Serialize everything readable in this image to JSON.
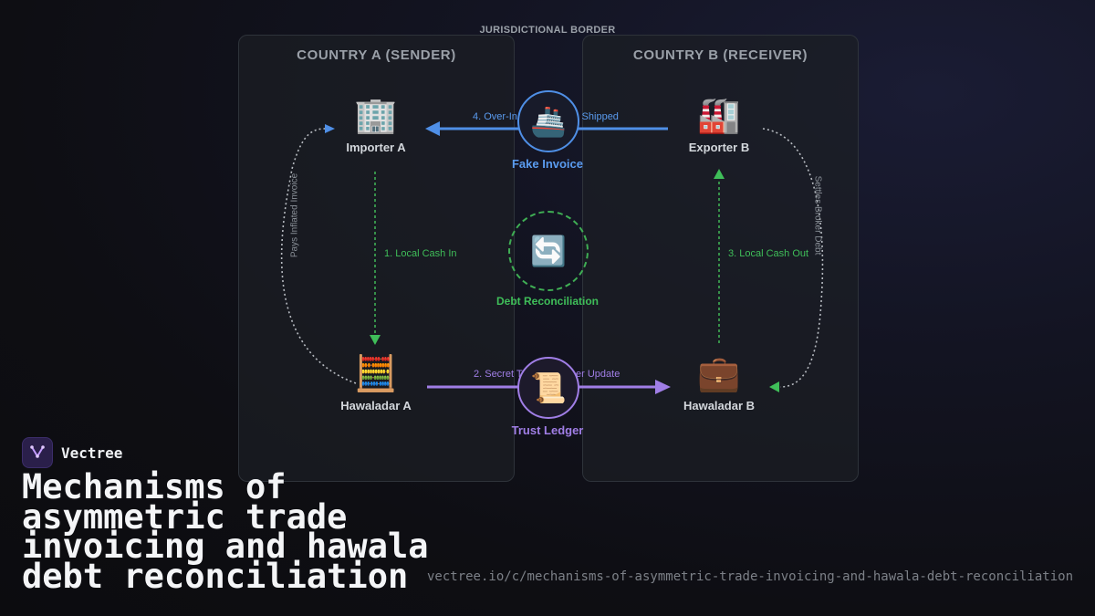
{
  "diagram": {
    "border_label": "JURISDICTIONAL BORDER",
    "panels": {
      "sender": {
        "title": "COUNTRY A (SENDER)"
      },
      "receiver": {
        "title": "COUNTRY B (RECEIVER)"
      }
    },
    "nodes": {
      "importer_a": {
        "label": "Importer A",
        "icon": "🏢"
      },
      "exporter_b": {
        "label": "Exporter B",
        "icon": "🏭"
      },
      "hawaladar_a": {
        "label": "Hawaladar A",
        "icon": "🧮"
      },
      "hawaladar_b": {
        "label": "Hawaladar B",
        "icon": "💼"
      },
      "fake_invoice": {
        "label": "Fake Invoice",
        "icon": "🚢"
      },
      "debt_reconciliation": {
        "label": "Debt Reconciliation",
        "icon": "🔄"
      },
      "trust_ledger": {
        "label": "Trust Ledger",
        "icon": "📜"
      }
    },
    "edges": {
      "step1": "1. Local Cash In",
      "step2_left": "2. Secret T",
      "step2_right": "er Update",
      "step3": "3. Local Cash Out",
      "step4_left": "4. Over-In",
      "step4_right": "s Shipped",
      "pays_inflated": "Pays Inflated Invoice",
      "settles_broker": "Settles Broker Debt"
    },
    "colors": {
      "blue": "#4f8fe6",
      "purple": "#a07ee6",
      "green": "#3fae54",
      "dotted": "#b8bcc2"
    }
  },
  "brand": {
    "name": "Vectree",
    "icon": "vectree-logo"
  },
  "page": {
    "title": "Mechanisms of asymmetric trade invoicing and hawala debt reconciliation",
    "url": "vectree.io/c/mechanisms-of-asymmetric-trade-invoicing-and-hawala-debt-reconciliation"
  }
}
